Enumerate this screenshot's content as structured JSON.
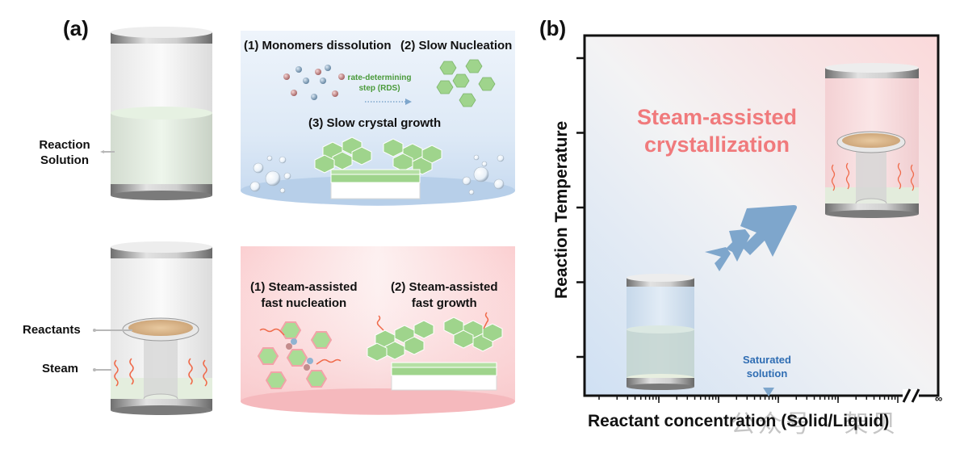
{
  "panel_a": {
    "label": "(a)",
    "top_row": {
      "vessel_label_line1": "Reaction",
      "vessel_label_line2": "Solution",
      "step1": "(1) Monomers dissolution",
      "step2": "(2) Slow Nucleation",
      "rds_line1": "rate-determining",
      "rds_line2": "step (RDS)",
      "step3": "(3) Slow crystal growth",
      "box_color": "#cfe0f3"
    },
    "bottom_row": {
      "reactants_label": "Reactants",
      "steam_label": "Steam",
      "step1_line1": "(1) Steam-assisted",
      "step1_line2": "fast nucleation",
      "step2_line1": "(2) Steam-assisted",
      "step2_line2": "fast growth",
      "box_color": "#fbd3d4"
    }
  },
  "panel_b": {
    "label": "(b)",
    "y_axis_label": "Reaction Temperature",
    "x_axis_label": "Reactant concentration (Solid/Liquid)",
    "x_axis_end_label": "∞",
    "highlight_line1": "Steam-assisted",
    "highlight_line2": "crystallization",
    "marker_line1": "Saturated",
    "marker_line2": "solution",
    "colors": {
      "low_corner": "#d4e4f5",
      "high_corner": "#fbdcdd",
      "arrow": "#7ea6cc",
      "highlight_text": "#f07a7c",
      "marker_text": "#2f6db3"
    },
    "y_ticks_count": 5,
    "x_axis_scale": "log with axis break before infinity"
  },
  "watermark": "公众号 · 架贝",
  "icons": {
    "arrow_icon": "triple-chevron-arrow",
    "marker_icon": "triangle-down"
  }
}
